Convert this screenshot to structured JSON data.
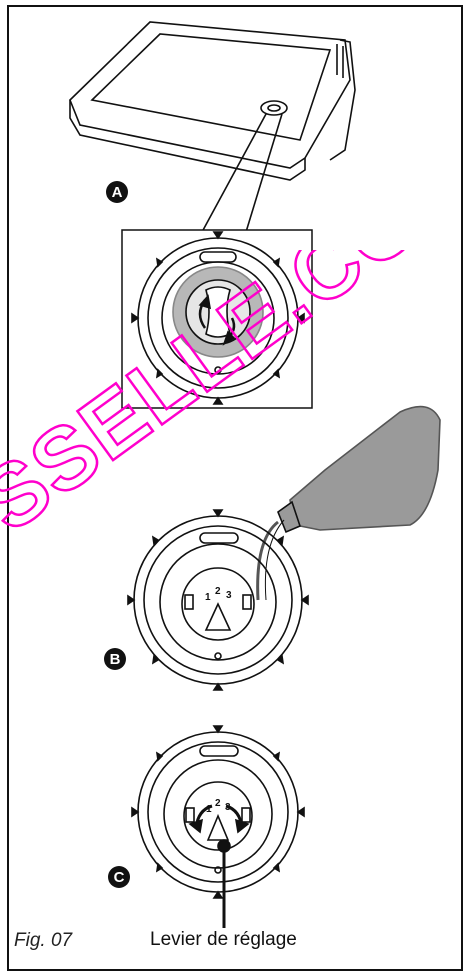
{
  "figure": {
    "label": "Fig. 07",
    "lever_label": "Levier de réglage"
  },
  "steps": [
    "A",
    "B",
    "C"
  ],
  "dial_numbers": [
    "1",
    "2",
    "3"
  ],
  "watermark": {
    "text": "SSELLE.COM",
    "color": "#ff00cc"
  },
  "colors": {
    "line": "#111111",
    "highlight": "#b8b8b8",
    "bottle": "#9a9a9a"
  }
}
